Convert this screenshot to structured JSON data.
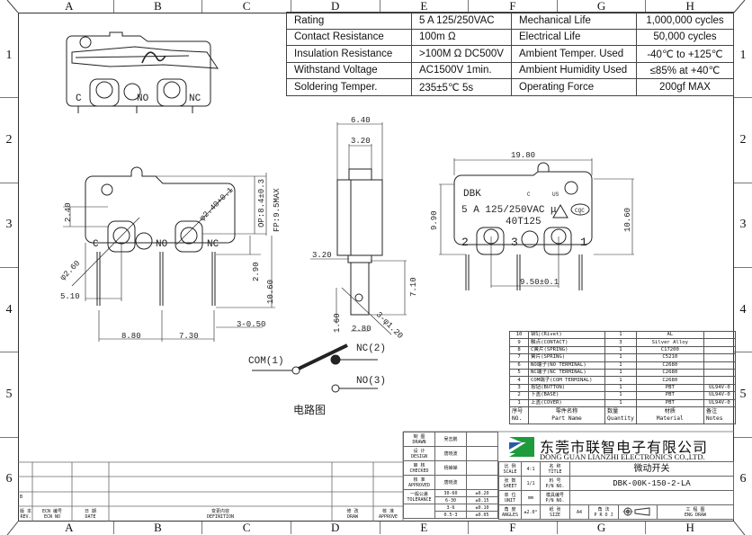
{
  "zones": {
    "columns": [
      "A",
      "B",
      "C",
      "D",
      "E",
      "F",
      "G",
      "H"
    ],
    "rows": [
      "1",
      "2",
      "3",
      "4",
      "5",
      "6"
    ]
  },
  "spec_table": {
    "rows": [
      {
        "param": "Rating",
        "value": "5 A  125/250VAC",
        "param2": "Mechanical Life",
        "value2": "1,000,000 cycles"
      },
      {
        "param": "Contact Resistance",
        "value": "100m Ω",
        "param2": "Electrical Life",
        "value2": "50,000 cycles"
      },
      {
        "param": "Insulation Resistance",
        "value": ">100M Ω  DC500V",
        "param2": "Ambient Temper. Used",
        "value2": "-40℃ to +125℃"
      },
      {
        "param": "Withstand Voltage",
        "value": "AC1500V  1min.",
        "param2": "Ambient Humidity Used",
        "value2": "≤85% at +40℃"
      },
      {
        "param": "Soldering Temper.",
        "value": "235±5℃ 5s",
        "param2": "Operating Force",
        "value2": "200gf  MAX"
      }
    ]
  },
  "views": {
    "internal": {
      "labels": {
        "c": "C",
        "no": "NO",
        "nc": "NC"
      }
    },
    "front": {
      "labels": {
        "c": "C",
        "no": "NO",
        "nc": "NC"
      },
      "dims": {
        "d240": "2.40",
        "hole": "φ2.40+0.1",
        "op": "OP:8.4±0.3",
        "fp": "FP:9.5MAX",
        "phi260": "φ2.60",
        "d290": "2.90",
        "d1060": "10.60",
        "d510": "5.10",
        "d880": "8.80",
        "d730": "7.30",
        "pin": "3-0.50"
      }
    },
    "side": {
      "dims": {
        "d640": "6.40",
        "d320top": "3.20",
        "d320": "3.20",
        "d710": "7.10",
        "d160": "1.60",
        "d280": "2.80",
        "hole": "3-φ1.20"
      }
    },
    "back": {
      "brand": "DBK",
      "rating": "5 A  125/250VAC  μ",
      "temp": "40T125",
      "cert_c": "C",
      "cert_us": "US",
      "cqc": "CQC",
      "pins": {
        "p2": "2",
        "p3": "3",
        "p1": "1"
      },
      "dims": {
        "d1980": "19.80",
        "d990": "9.90",
        "d1060": "10.60",
        "d950": "9.50±0.1"
      }
    },
    "circuit": {
      "com": "COM(1)",
      "nc": "NC(2)",
      "no": "NO(3)",
      "title": "电路图"
    }
  },
  "bom": {
    "header": {
      "no": "序号\nNO.",
      "name": "零件名称\nPart Name",
      "qty": "数量\nQuantity",
      "material": "材质\nMaterial",
      "notes": "备注\nNotes"
    },
    "rows": [
      {
        "no": "10",
        "name": "铆钉(Rivet)",
        "qty": "1",
        "material": "AL",
        "notes": ""
      },
      {
        "no": "9",
        "name": "触点(CONTACT)",
        "qty": "3",
        "material": "Silver Alloy",
        "notes": ""
      },
      {
        "no": "8",
        "name": "C簧片(SPRING)",
        "qty": "1",
        "material": "C17200",
        "notes": ""
      },
      {
        "no": "7",
        "name": "簧片(SPRING)",
        "qty": "1",
        "material": "C5210",
        "notes": ""
      },
      {
        "no": "6",
        "name": "NO端子(NO TERMINAL)",
        "qty": "1",
        "material": "C2680",
        "notes": ""
      },
      {
        "no": "5",
        "name": "NC端子(NC TERMINAL)",
        "qty": "1",
        "material": "C2680",
        "notes": ""
      },
      {
        "no": "4",
        "name": "COM端子(COM TERMINAL)",
        "qty": "1",
        "material": "C2680",
        "notes": ""
      },
      {
        "no": "3",
        "name": "按钮(BUTTON)",
        "qty": "1",
        "material": "PBT",
        "notes": "UL94V-0"
      },
      {
        "no": "2",
        "name": "下盖(BASE)",
        "qty": "1",
        "material": "PBT",
        "notes": "UL94V-0"
      },
      {
        "no": "1",
        "name": "上盖(COVER)",
        "qty": "1",
        "material": "PBT",
        "notes": "UL94V-0"
      }
    ]
  },
  "revision_block": {
    "rev_value": "B",
    "headers": {
      "rev": "版 本\nREV.",
      "ecn": "ECN 编号\nECN NO",
      "date": "日 期\nDATE",
      "definition": "变更内容\nDEFINITION",
      "draw": "修 改\nDRAW",
      "approve": "核 准\nAPPROVE"
    }
  },
  "title_block": {
    "company_cn": "东莞市联智电子有限公司",
    "company_en": "DONG GUAN LIANZHI ELECTRONICS CO.,LTD.",
    "logo_colors": {
      "green": "#1f9a3c",
      "blue": "#2a5aa6"
    },
    "drawn_label": "制 图\nDRAWN",
    "drawn_by": "吴志鹏",
    "design_label": "设 计\nDESIGN",
    "design_by": "唐晓波",
    "checked_label": "审 核\nCHECKED",
    "checked_by": "杨婵婵",
    "approved_label": "核 准\nAPPROVED",
    "approved_by": "唐晓波",
    "tolerance_label": "一般公差\nTOLERANCE",
    "tolerances": [
      {
        "range": "30-60",
        "tol": "±0.20"
      },
      {
        "range": "6-30",
        "tol": "±0.15"
      },
      {
        "range": "3-6",
        "tol": "±0.10"
      },
      {
        "range": "0.5-3",
        "tol": "±0.05"
      }
    ],
    "scale_label": "比 例\nSCALE",
    "scale": "4:1",
    "sheet_label": "张 数\nSHEET",
    "sheet": "1/1",
    "unit_label": "单 位\nUNIT",
    "unit": "mm",
    "angles_label": "角 度\nANGLES",
    "angles": "±2.0°",
    "title_label": "名 称\nTITLE",
    "title": "微动开关",
    "pn_label": "料 号\nP/N NO.",
    "pn": "DBK-00K-150-2-LA",
    "mold_label": "模具编号\nP/N NO.",
    "mold": "",
    "size_label": "纸 张\nSIZE",
    "size": "A4",
    "proj_label": "角 法\nP R O J",
    "eng_label": "工 程 图\nENG DRAW"
  }
}
